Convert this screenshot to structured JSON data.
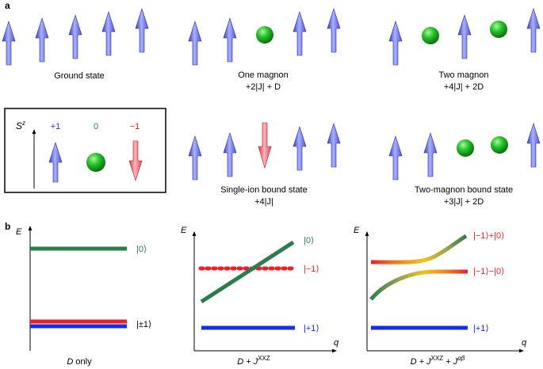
{
  "panel_a": {
    "label": "a",
    "states": [
      {
        "name": "Ground state",
        "energy": ""
      },
      {
        "name": "One magnon",
        "energy": "+2|J| + D"
      },
      {
        "name": "Two magnon",
        "energy": "+4|J| + 2D"
      },
      {
        "name": "Single-ion bound state",
        "energy": "+4|J|"
      },
      {
        "name": "Two-magnon bound state",
        "energy": "+3|J| + 2D"
      }
    ],
    "legend": {
      "axis_label": "S",
      "axis_sup": "z",
      "values": [
        "+1",
        "0",
        "−1"
      ],
      "value_colors": [
        "#2b33d6",
        "#1f8a3b",
        "#d62020"
      ]
    }
  },
  "panel_b": {
    "label": "b",
    "plots": [
      {
        "xlabel_main": "D",
        "xlabel_rest": " only",
        "ylabel": "E",
        "levels": [
          "|0⟩",
          "|±1⟩"
        ]
      },
      {
        "xlabel_main": "D + J",
        "xlabel_sup": "XXZ",
        "ylabel": "E",
        "qlabel": "q",
        "levels": [
          "|0⟩",
          "|−1⟩",
          "|+1⟩"
        ]
      },
      {
        "xlabel_main": "D + J",
        "xlabel_sup": "XXZ",
        "xlabel_mid": " + J",
        "xlabel_sup2": "αβ",
        "ylabel": "E",
        "qlabel": "q",
        "levels": [
          "|−1⟩+|0⟩",
          "|−1⟩−|0⟩",
          "|+1⟩"
        ]
      }
    ],
    "colors": {
      "green": "#2e7d4f",
      "red": "#e8202a",
      "blue": "#1530e0",
      "orange": "#f0a020"
    }
  }
}
